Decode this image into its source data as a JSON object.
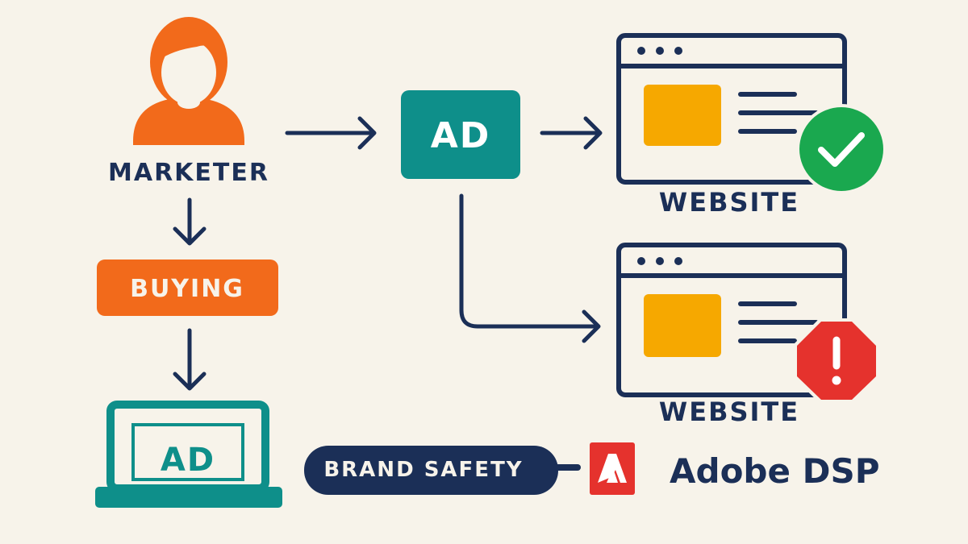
{
  "marketer": {
    "label": "MARKETER"
  },
  "buying": {
    "label": "BUYING"
  },
  "laptop_ad": {
    "label": "AD"
  },
  "ad_box": {
    "label": "AD"
  },
  "website_safe": {
    "label": "WEBSITE",
    "status_icon": "check-circle-icon"
  },
  "website_unsafe": {
    "label": "WEBSITE",
    "status_icon": "alert-octagon-icon"
  },
  "brand_safety": {
    "label": "BRAND SAFETY"
  },
  "adobe": {
    "label": "Adobe DSP",
    "logo_icon": "adobe-logo-icon"
  },
  "colors": {
    "background": "#f7f3ea",
    "navy": "#1b2f57",
    "orange": "#f26a1b",
    "teal": "#0e8f8a",
    "amber": "#f6a800",
    "green": "#1aa84f",
    "red": "#e5322d"
  }
}
